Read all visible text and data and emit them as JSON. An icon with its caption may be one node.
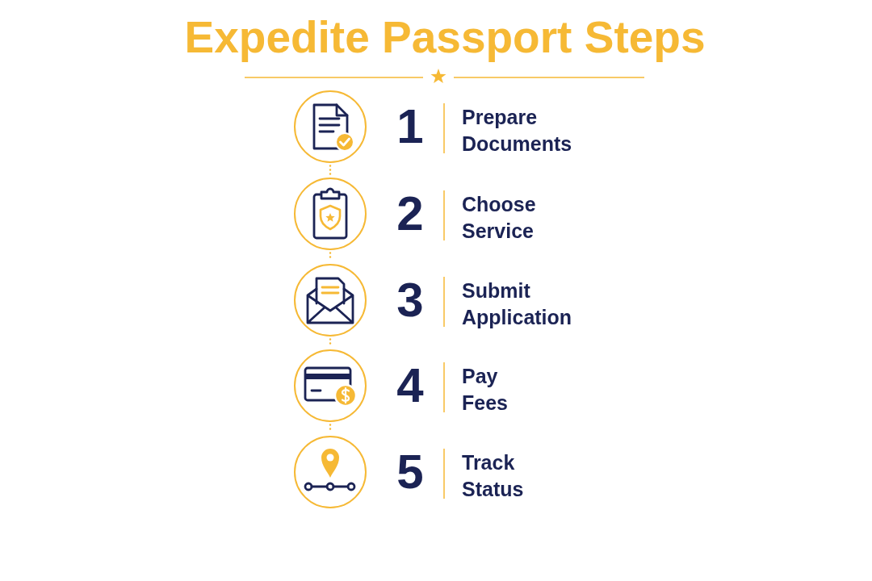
{
  "diagram": {
    "title": "Expedite Passport Steps",
    "nodes": [
      {
        "text": [],
        "shape": "circle",
        "beside": [
          "1",
          "Prepare Documents"
        ]
      },
      {
        "text": [],
        "shape": "circle",
        "beside": [
          "2",
          "Choose Service"
        ]
      },
      {
        "text": [],
        "shape": "circle",
        "beside": [
          "3",
          "Submit Application"
        ]
      },
      {
        "text": [],
        "shape": "circle",
        "beside": [
          "4",
          "Pay Fees"
        ]
      },
      {
        "text": [],
        "shape": "circle",
        "beside": [
          "5",
          "Track Status"
        ]
      }
    ],
    "edges": [
      {
        "from": 0,
        "to": 1,
        "arrow": "none",
        "style": "dashed"
      },
      {
        "from": 1,
        "to": 2,
        "arrow": "none",
        "style": "dashed"
      },
      {
        "from": 2,
        "to": 3,
        "arrow": "none",
        "style": "dashed"
      },
      {
        "from": 3,
        "to": 4,
        "arrow": "none",
        "style": "dashed"
      }
    ]
  }
}
